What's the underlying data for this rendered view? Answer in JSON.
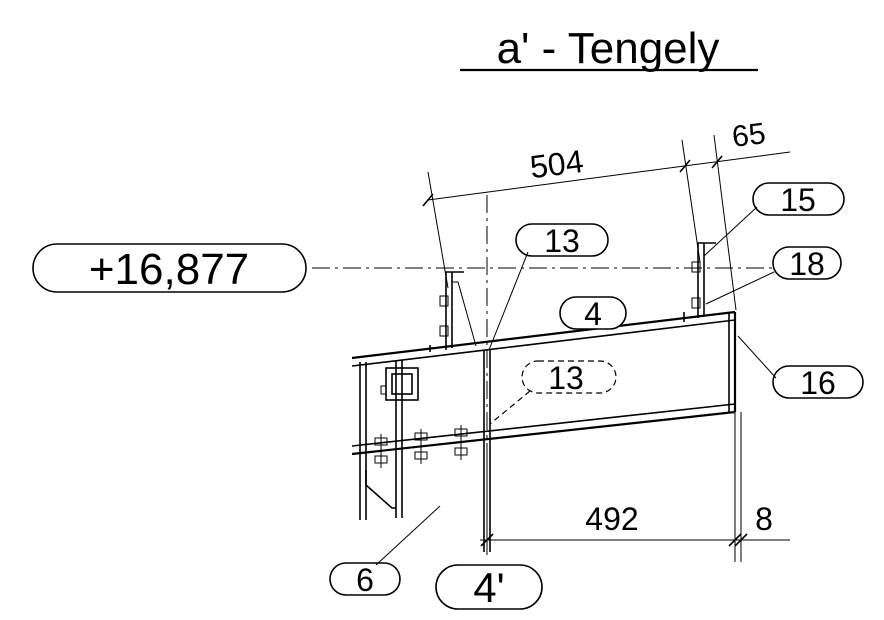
{
  "title": "a' - Tengely",
  "elevation": "+16,877",
  "dimensions": {
    "top_main": "504",
    "top_end": "65",
    "bottom_main": "492",
    "bottom_end": "8"
  },
  "callouts": {
    "c15": "15",
    "c18": "18",
    "c13_top": "13",
    "c4": "4",
    "c13_hidden": "13",
    "c16": "16",
    "c6": "6",
    "grid": "4'"
  }
}
